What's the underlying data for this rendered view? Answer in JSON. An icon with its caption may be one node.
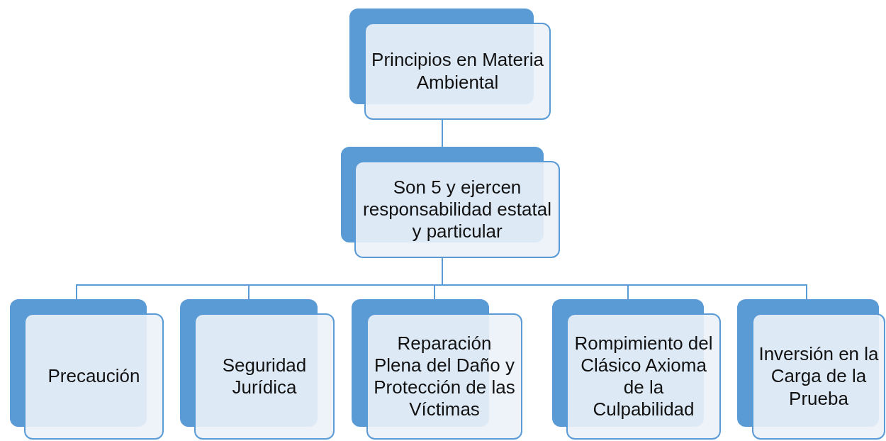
{
  "diagram": {
    "nodes": [
      {
        "text": [
          "Principios en Materia Ambiental"
        ]
      },
      {
        "text": [
          "Son 5 y ejercen responsabilidad estatal y particular"
        ]
      },
      {
        "text": [
          "Precaución"
        ]
      },
      {
        "text": [
          "Seguridad Jurídica"
        ]
      },
      {
        "text": [
          "Reparación Plena del Daño y Protección de las Víctimas"
        ]
      },
      {
        "text": [
          "Rompimiento del Clásico Axioma de la Culpabilidad"
        ]
      },
      {
        "text": [
          "Inversión en la Carga de la Prueba"
        ]
      }
    ],
    "edges": [
      {
        "from": 0,
        "to": 1,
        "arrow": "none"
      },
      {
        "from": 1,
        "to": 2,
        "arrow": "none"
      },
      {
        "from": 1,
        "to": 3,
        "arrow": "none"
      },
      {
        "from": 1,
        "to": 4,
        "arrow": "none"
      },
      {
        "from": 1,
        "to": 5,
        "arrow": "none"
      },
      {
        "from": 1,
        "to": 6,
        "arrow": "none"
      }
    ]
  }
}
